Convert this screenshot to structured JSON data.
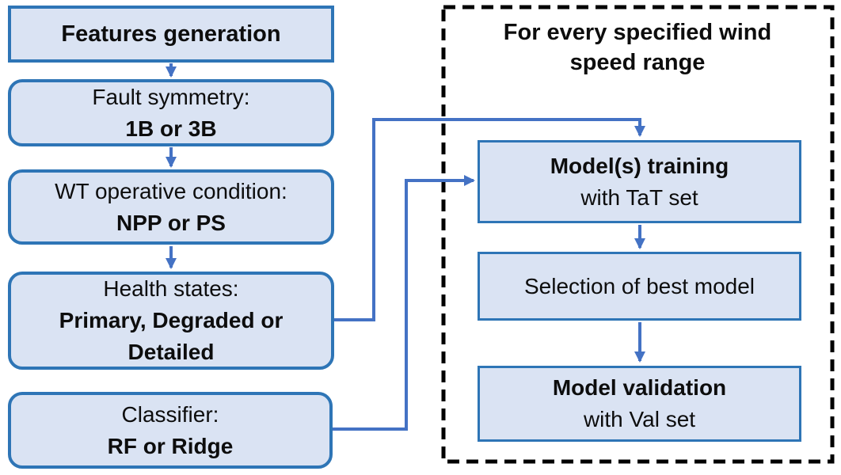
{
  "colors": {
    "box_fill": "#dae3f3",
    "box_border": "#2e75b6",
    "connector": "#4472c4",
    "dashed_border": "#000000",
    "text": "#0d0d0d"
  },
  "left_flow": {
    "boxes": [
      {
        "name": "features-generation",
        "line1": "Features generation"
      },
      {
        "name": "fault-symmetry",
        "line1": "Fault symmetry:",
        "line2": "1B or 3B"
      },
      {
        "name": "wt-operative-condition",
        "line1": "WT operative condition:",
        "line2": "NPP or PS"
      },
      {
        "name": "health-states",
        "line1": "Health states:",
        "line2": "Primary, Degraded or",
        "line3": "Detailed"
      },
      {
        "name": "classifier",
        "line1": "Classifier:",
        "line2": "RF or Ridge"
      }
    ]
  },
  "right_panel": {
    "title_line1": "For every specified wind",
    "title_line2": "speed range",
    "boxes": [
      {
        "name": "model-training",
        "line1": "Model(s) training",
        "line2": "with TaT set"
      },
      {
        "name": "selection-best-model",
        "line1": "Selection of best model"
      },
      {
        "name": "model-validation",
        "line1": "Model validation",
        "line2": "with Val set"
      }
    ]
  }
}
